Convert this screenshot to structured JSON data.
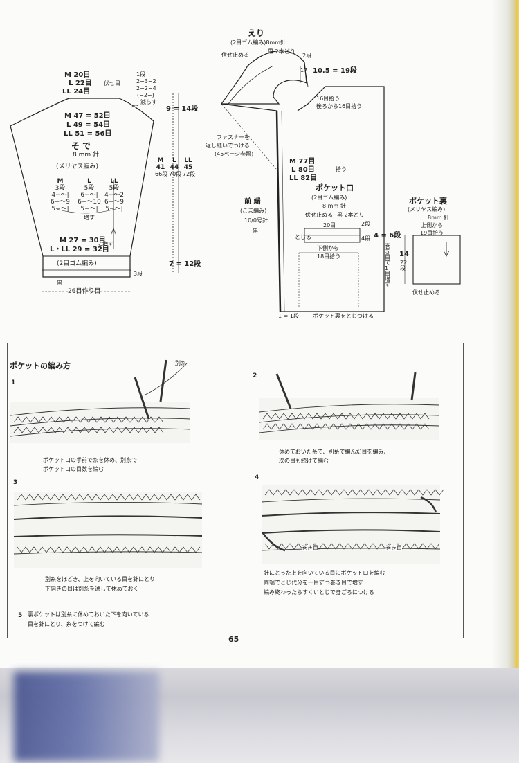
{
  "sleeve": {
    "cap_m": "M 20目",
    "cap_l": "L 22目",
    "cap_bind": "伏せ目",
    "cap_ll": "LL 24目",
    "dec_1": "1段",
    "dec_2": "2−3−2",
    "dec_3": "2−2−4",
    "dec_4": "(−2−)",
    "dec_5": "減らす",
    "width_m": "M 47 = 52目",
    "width_l": "L 49 = 54目",
    "width_ll": "LL 51 = 56目",
    "title": "そ で",
    "needle": "8 mm 針",
    "stitch": "(メリヤス編み)",
    "cap_rows": "9 = 14段",
    "size_m": "M",
    "size_m_len": "41",
    "size_m_rows": "66段",
    "size_l": "L",
    "size_l_len": "44",
    "size_l_rows": "70段",
    "size_ll": "LL",
    "size_ll_len": "45",
    "size_ll_rows": "72段",
    "inc_m_head": "M",
    "inc_m_1": "3段",
    "inc_m_2": "4−〜|",
    "inc_m_3": "6−〜9",
    "inc_m_4": "5−〜|",
    "inc_l_head": "L",
    "inc_l_1": "5段",
    "inc_l_2": "6−〜|",
    "inc_l_3": "6−〜10",
    "inc_l_4": "5−〜|",
    "inc_ll_head": "LL",
    "inc_ll_1": "5段",
    "inc_ll_2": "4−〜2",
    "inc_ll_3": "6−〜9",
    "inc_ll_4": "5−〜|",
    "inc_label": "増す",
    "cuff_m": "M 27 = 30目",
    "cuff_lll": "L・LL 29 = 32目",
    "cuff_inc": "に増す",
    "cuff_stitch": "(2目ゴム編み)",
    "cuff_rows": "3段",
    "cuff_len": "7 = 12段",
    "color": "黒",
    "cast_on": "26目作り目"
  },
  "body": {
    "collar_title": "えり",
    "collar_sub": "(2目ゴム編み)8mm針",
    "collar_bind": "伏せ止める",
    "collar_color": "黒 2本どり",
    "collar_2rows": "2段",
    "collar_17": "17",
    "collar_len": "10.5 = 19段",
    "collar_pick_1": "16目拾う",
    "collar_pick_2": "後ろから16目拾う",
    "zip_1": "ファスナーを",
    "zip_2": "返し縫いでつける",
    "zip_3": "(45ページ参照)",
    "front_m": "M 77目",
    "front_l": "L 80目",
    "front_ll": "LL 82目",
    "front_pick": "拾う",
    "front_edge": "前 端",
    "front_stitch": "(こま編み)",
    "front_hook": "10/0号針",
    "front_color": "黒",
    "pocket_title": "ポケット口",
    "pocket_sub": "(2目ゴム編み)",
    "pocket_needle": "8 mm 針",
    "pocket_bind": "伏せ止める",
    "pocket_color": "黒 2本どり",
    "pocket_20": "20目",
    "pocket_2rows": "2段",
    "pocket_4rows": "4段",
    "pocket_height": "4 = 6段",
    "pocket_close": "とじる",
    "pocket_pick_1": "下側から",
    "pocket_pick_2": "18目拾う",
    "pocket_edge_1": "巻き目で1目増す",
    "pocket_bottom_1": "1 = 1段",
    "pocket_bottom_2": "ポケット裏をとじつける"
  },
  "pocket_lining": {
    "title": "ポケット裏",
    "stitch": "(メリヤス編み)",
    "needle": "8mm 針",
    "pick_1": "上側から",
    "pick_2": "19目拾う",
    "side_14": "14",
    "side_rows": "22段",
    "bind": "伏せ止める"
  },
  "steps": {
    "title": "ポケットの編み方",
    "s1_num": "1",
    "s1_yarn": "別糸",
    "s1_text_1": "ポケット口の手前で糸を休め、別糸で",
    "s1_text_2": "ポケット口の目数を編む",
    "s2_num": "2",
    "s2_text_1": "休めておいた糸で、別糸で編んだ目を編み、",
    "s2_text_2": "次の目も続けて編む",
    "s3_num": "3",
    "s3_text_1": "別糸をほどき、上を向いている目を針にとり",
    "s3_text_2": "下向きの目は別糸を通して休めておく",
    "s4_num": "4",
    "s4_wrap_1": "巻き目",
    "s4_wrap_2": "巻き目",
    "s4_text_1": "針にとった上を向いている目にポケット口を編む",
    "s4_text_2": "両端でとじ代分を一目ずつ巻き目で増す",
    "s4_text_3": "編み終わったらすくいとじで身ごろにつける",
    "s5_num": "5",
    "s5_text_1": "裏ポケットは別糸に休めておいた下を向いている",
    "s5_text_2": "目を針にとり、糸をつけて編む"
  },
  "page_number": "65"
}
